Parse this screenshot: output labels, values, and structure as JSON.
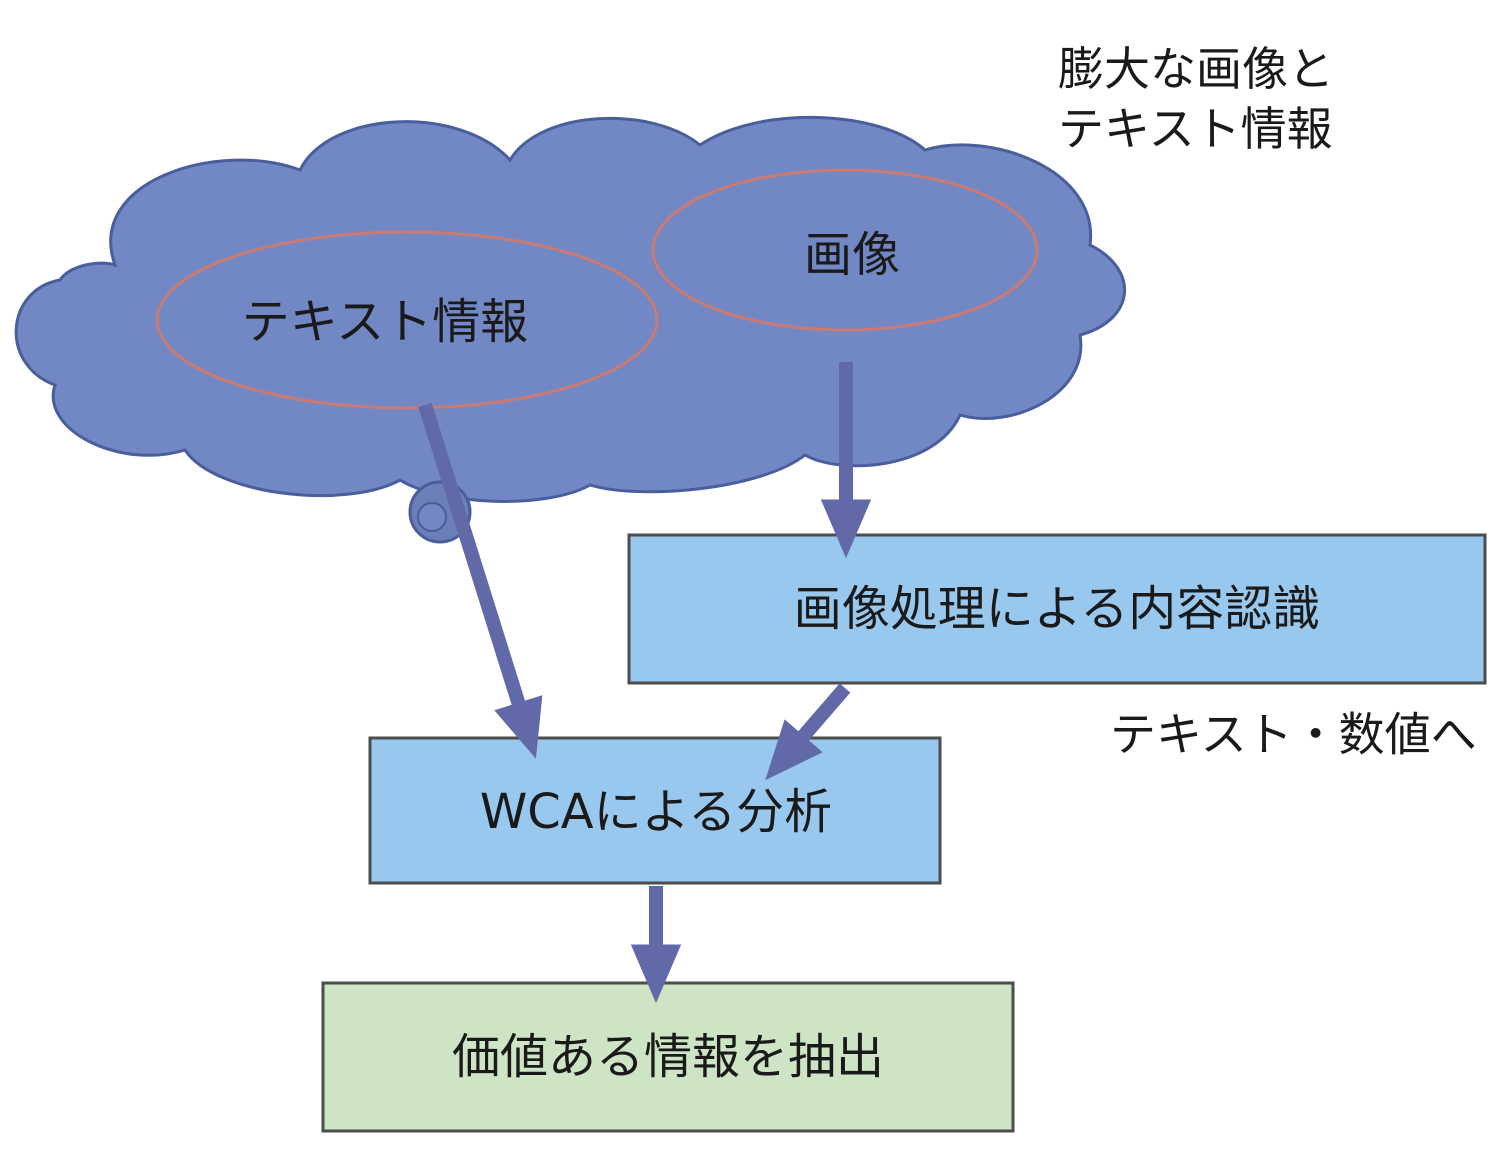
{
  "cloud_caption": {
    "line1": "膨大な画像と",
    "line2": "テキスト情報"
  },
  "cloud": {
    "text_label": "テキスト情報",
    "image_label": "画像"
  },
  "boxes": {
    "image_processing": "画像処理による内容認識",
    "wca_analysis": "WCAによる分析",
    "extract_value": "価値ある情報を抽出"
  },
  "conversion_note": "テキスト・数値へ",
  "colors": {
    "cloud_fill": "#7288c4",
    "cloud_stroke": "#4a5d9c",
    "ellipse_stroke": "#c97a72",
    "arrow": "#6269a8",
    "box_blue": "#99c8ef",
    "box_green": "#cde5c4",
    "box_border": "#4d4d4d"
  }
}
